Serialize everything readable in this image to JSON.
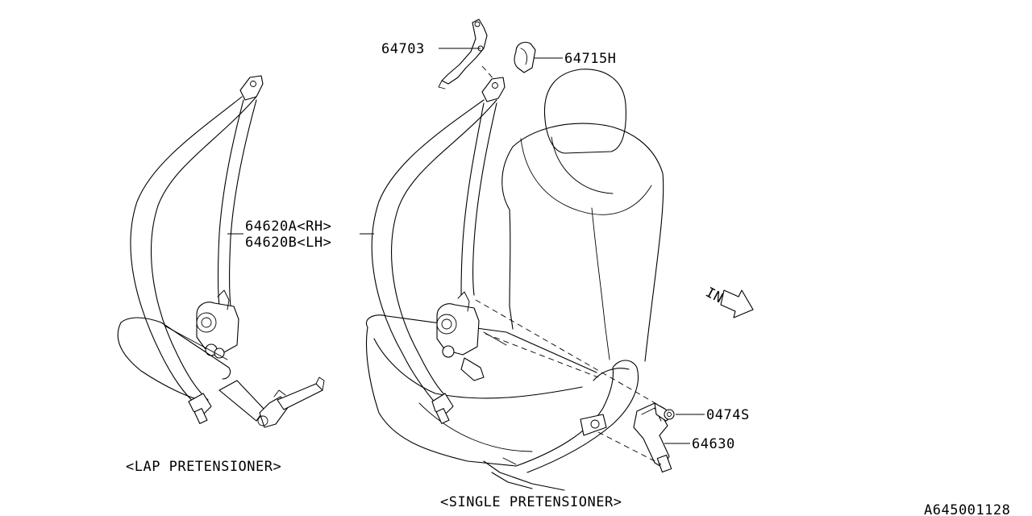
{
  "diagram_id": "A645001128",
  "callouts": {
    "belt_upper_bracket": "64703",
    "cover": "64715H",
    "belt_rh": "64620A<RH>",
    "belt_lh": "64620B<LH>",
    "bolt": "0474S",
    "buckle": "64630"
  },
  "captions": {
    "lap": "<LAP PRETENSIONER>",
    "single": "<SINGLE PRETENSIONER>"
  },
  "direction_arrow": "IN"
}
